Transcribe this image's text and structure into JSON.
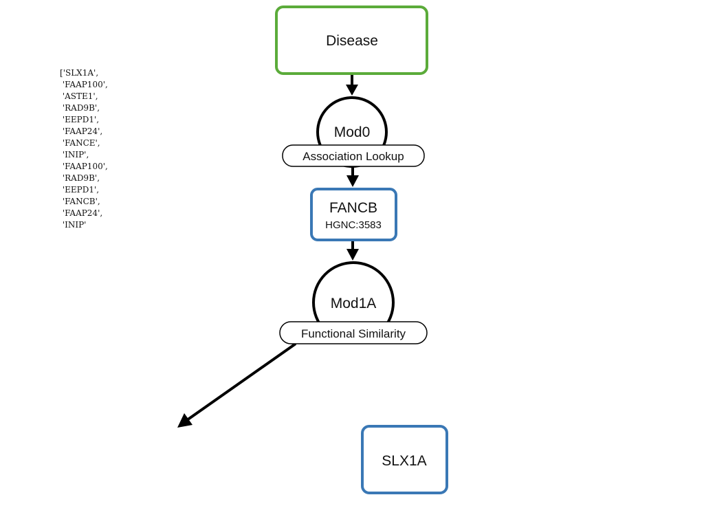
{
  "gene_list": {
    "open": "[",
    "items": [
      "'SLX1A',",
      " 'FAAP100',",
      " 'ASTE1',",
      " 'RAD9B',",
      " 'EEPD1',",
      " 'FAAP24',",
      " 'FANCE',",
      " 'INIP',",
      " 'FAAP100',",
      " 'RAD9B',",
      " 'EEPD1',",
      " 'FANCB',",
      " 'FAAP24',",
      " 'INIP'"
    ]
  },
  "nodes": {
    "disease": {
      "label": "Disease",
      "border_color": "#5bab3a"
    },
    "mod0": {
      "label": "Mod0",
      "step_label": "Association Lookup"
    },
    "fancb": {
      "label": "FANCB",
      "sublabel": "HGNC:3583",
      "border_color": "#3a78b5"
    },
    "mod1a": {
      "label": "Mod1A",
      "step_label": "Functional Similarity"
    },
    "slx1a": {
      "label": "SLX1A",
      "border_color": "#3a78b5"
    }
  }
}
